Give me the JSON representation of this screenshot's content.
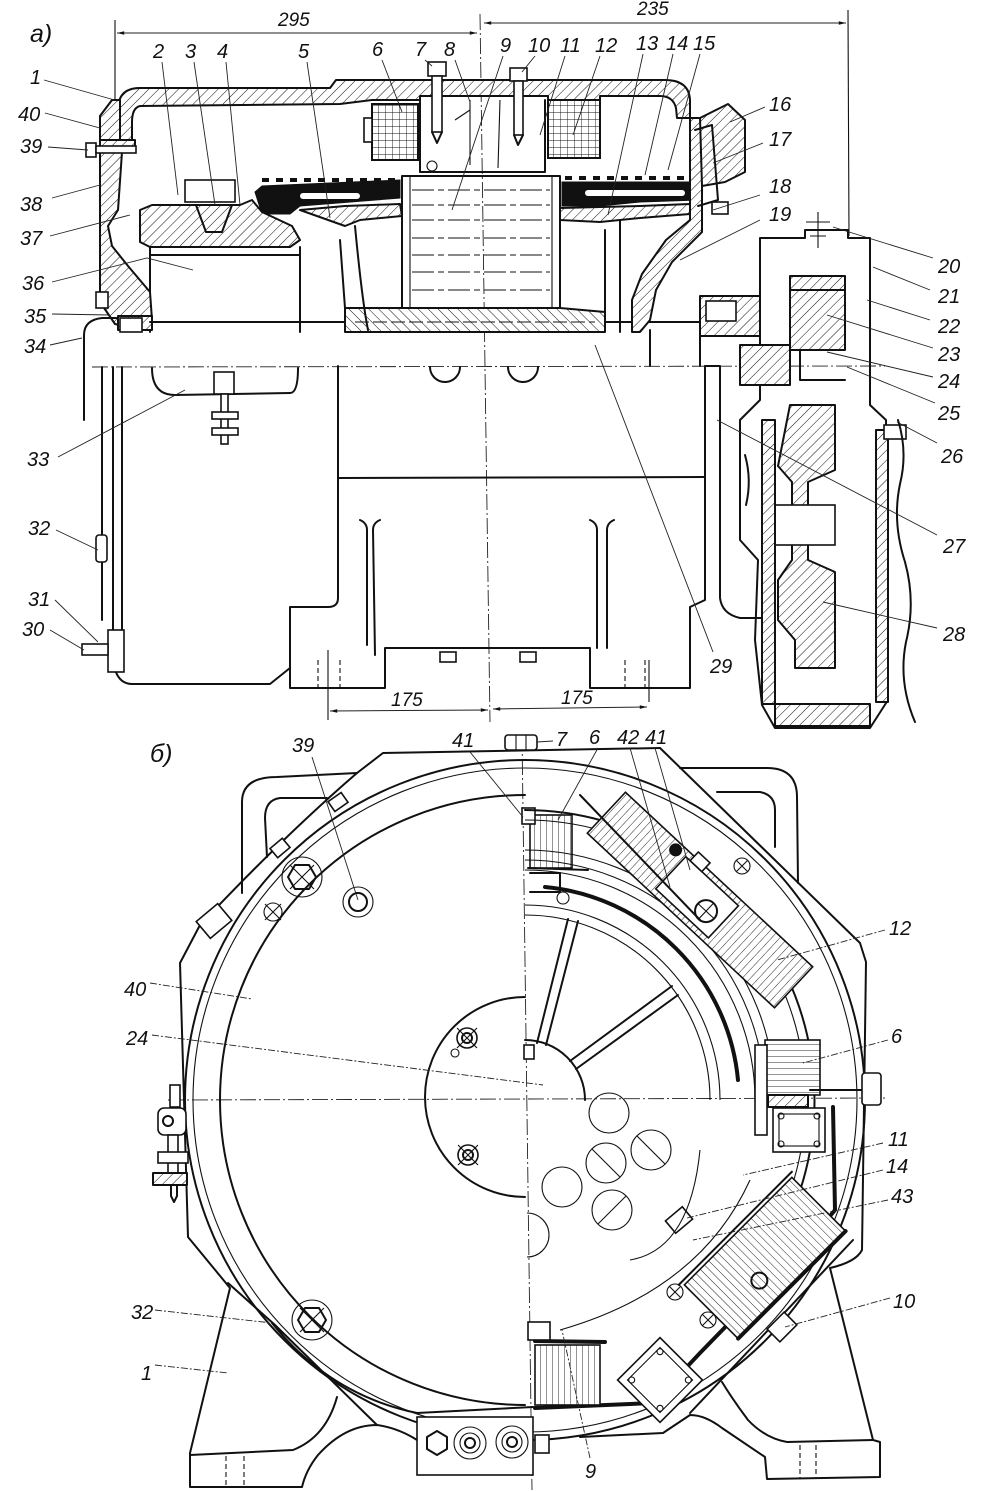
{
  "figure": {
    "view_a": {
      "label": "а)",
      "dimensions": {
        "length_left_of_center": "295",
        "length_right_of_center": "235",
        "foot_spacing_left": "175",
        "foot_spacing_right": "175"
      },
      "callouts": [
        "1",
        "2",
        "3",
        "4",
        "5",
        "6",
        "7",
        "8",
        "9",
        "10",
        "11",
        "12",
        "13",
        "14",
        "15",
        "16",
        "17",
        "18",
        "19",
        "20",
        "21",
        "22",
        "23",
        "24",
        "25",
        "26",
        "27",
        "28",
        "29",
        "30",
        "31",
        "32",
        "33",
        "34",
        "35",
        "36",
        "37",
        "38",
        "39",
        "40"
      ]
    },
    "view_b": {
      "label": "б)",
      "callouts": [
        "39",
        "41",
        "7",
        "6",
        "42",
        "41",
        "12",
        "6",
        "11",
        "14",
        "43",
        "10",
        "9",
        "1",
        "32",
        "40",
        "24"
      ]
    }
  }
}
